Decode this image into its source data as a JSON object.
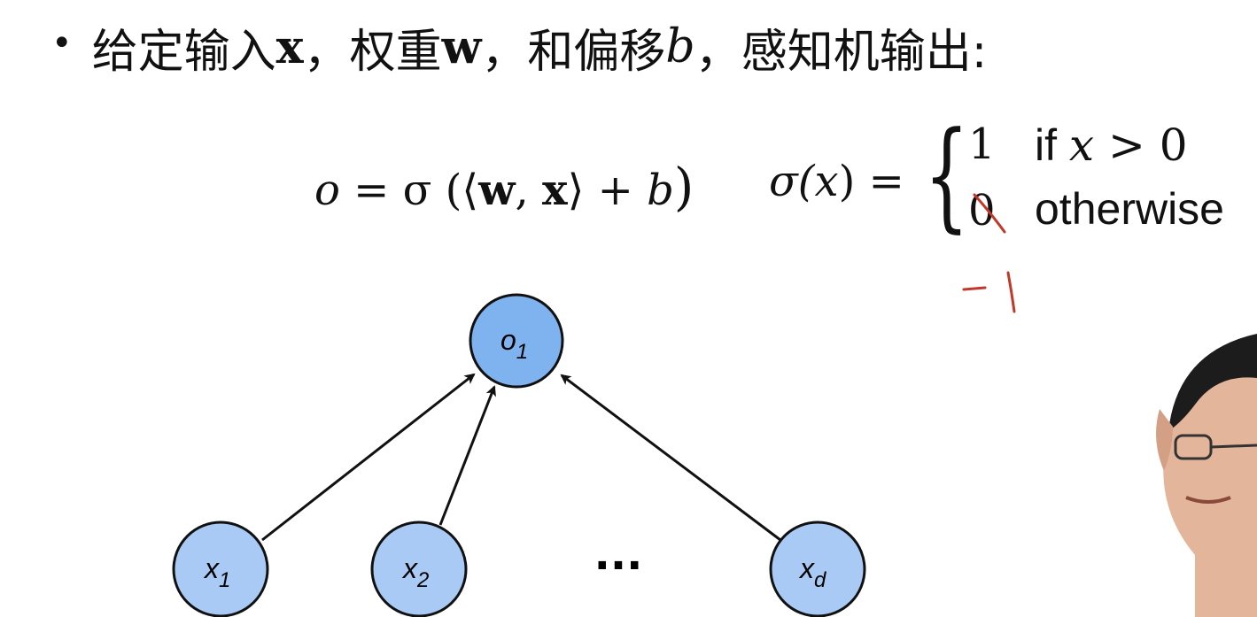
{
  "bullet": {
    "dot": "•",
    "part1": "给定输入 ",
    "x": "x",
    "part2": "，权重 ",
    "w": "w",
    "part3": "，和偏移 ",
    "b": "b",
    "part4": "，感知机输出:"
  },
  "formula": {
    "lhs_o": "o",
    "lhs_rest": " = σ (⟨",
    "w": "w",
    "comma": ", ",
    "x": "x",
    "close": "⟩ + ",
    "b": "b",
    "paren": ")",
    "sigma_def": "σ(",
    "sigma_x": "x",
    "sigma_eq": ") =",
    "case1_value": "1",
    "case1_if": "if ",
    "case1_var": "x",
    "case1_rest": " > 0",
    "case2_value": "0",
    "case2_cond": "otherwise"
  },
  "handwritten_annotation": "-1",
  "colors": {
    "node_fill_output": "#7fb3f0",
    "node_fill_input": "#a9caf5",
    "node_stroke": "#111111",
    "annotation": "#c0392b"
  },
  "diagram": {
    "output_node": {
      "main": "o",
      "sub": "1"
    },
    "input_nodes": [
      {
        "main": "x",
        "sub": "1"
      },
      {
        "main": "x",
        "sub": "2"
      },
      {
        "main": "x",
        "sub": "d"
      }
    ],
    "ellipsis": "···"
  },
  "presenter": "video-presenter"
}
